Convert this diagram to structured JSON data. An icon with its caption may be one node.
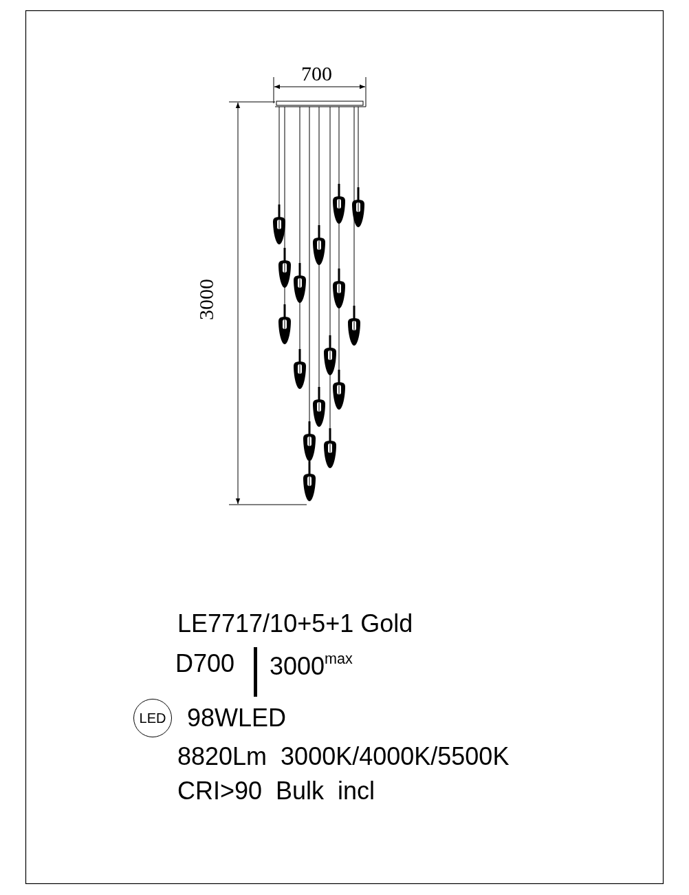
{
  "diagram": {
    "nodes": [
      {
        "text": [
          "LED"
        ]
      }
    ],
    "labels": [
      "700",
      "3000",
      "LE7717/10+5+1 Gold",
      "D700",
      "3000$^{max}$",
      "98WLED",
      "8820Lm  3000K/4000K/5500K",
      "CRI>90  Bulk  incl"
    ]
  }
}
